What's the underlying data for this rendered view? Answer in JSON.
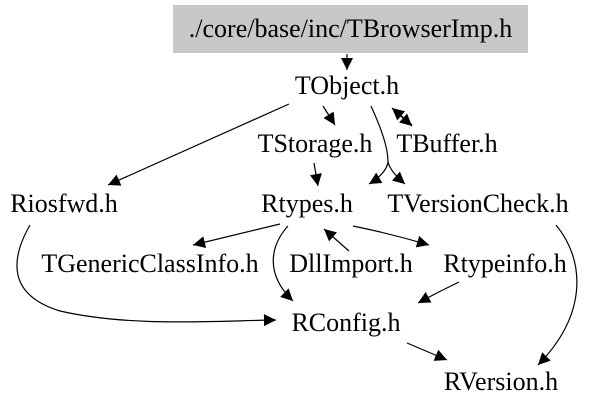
{
  "diagram": {
    "kind": "include-dependency-graph",
    "root": {
      "label": "./core/base/inc/TBrowserImp.h",
      "background_color": "#c8c8c8"
    },
    "nodes": [
      {
        "id": "tobject",
        "label": "TObject.h"
      },
      {
        "id": "tstorage",
        "label": "TStorage.h"
      },
      {
        "id": "tbuffer",
        "label": "TBuffer.h"
      },
      {
        "id": "riosfwd",
        "label": "Riosfwd.h"
      },
      {
        "id": "rtypes",
        "label": "Rtypes.h"
      },
      {
        "id": "tversioncheck",
        "label": "TVersionCheck.h"
      },
      {
        "id": "tgenericclassinfo",
        "label": "TGenericClassInfo.h"
      },
      {
        "id": "dllimport",
        "label": "DllImport.h"
      },
      {
        "id": "rtypeinfo",
        "label": "Rtypeinfo.h"
      },
      {
        "id": "rconfig",
        "label": "RConfig.h"
      },
      {
        "id": "rversion",
        "label": "RVersion.h"
      }
    ],
    "edges": [
      {
        "from": "./core/base/inc/TBrowserImp.h",
        "to": "TObject.h"
      },
      {
        "from": "TObject.h",
        "to": "Riosfwd.h"
      },
      {
        "from": "TObject.h",
        "to": "TStorage.h"
      },
      {
        "from": "TObject.h",
        "to": "TBuffer.h"
      },
      {
        "from": "TBuffer.h",
        "to": "TObject.h"
      },
      {
        "from": "TObject.h",
        "to": "Rtypes.h"
      },
      {
        "from": "TObject.h",
        "to": "TVersionCheck.h"
      },
      {
        "from": "TStorage.h",
        "to": "Rtypes.h"
      },
      {
        "from": "Rtypes.h",
        "to": "TGenericClassInfo.h"
      },
      {
        "from": "DllImport.h",
        "to": "Rtypes.h"
      },
      {
        "from": "Rtypes.h",
        "to": "RConfig.h"
      },
      {
        "from": "Rtypes.h",
        "to": "Rtypeinfo.h"
      },
      {
        "from": "Rtypeinfo.h",
        "to": "RConfig.h"
      },
      {
        "from": "Riosfwd.h",
        "to": "RConfig.h"
      },
      {
        "from": "TVersionCheck.h",
        "to": "RVersion.h"
      },
      {
        "from": "RConfig.h",
        "to": "RVersion.h"
      }
    ],
    "colors": {
      "edge": "#000000",
      "text": "#000000",
      "background": "#ffffff"
    }
  }
}
